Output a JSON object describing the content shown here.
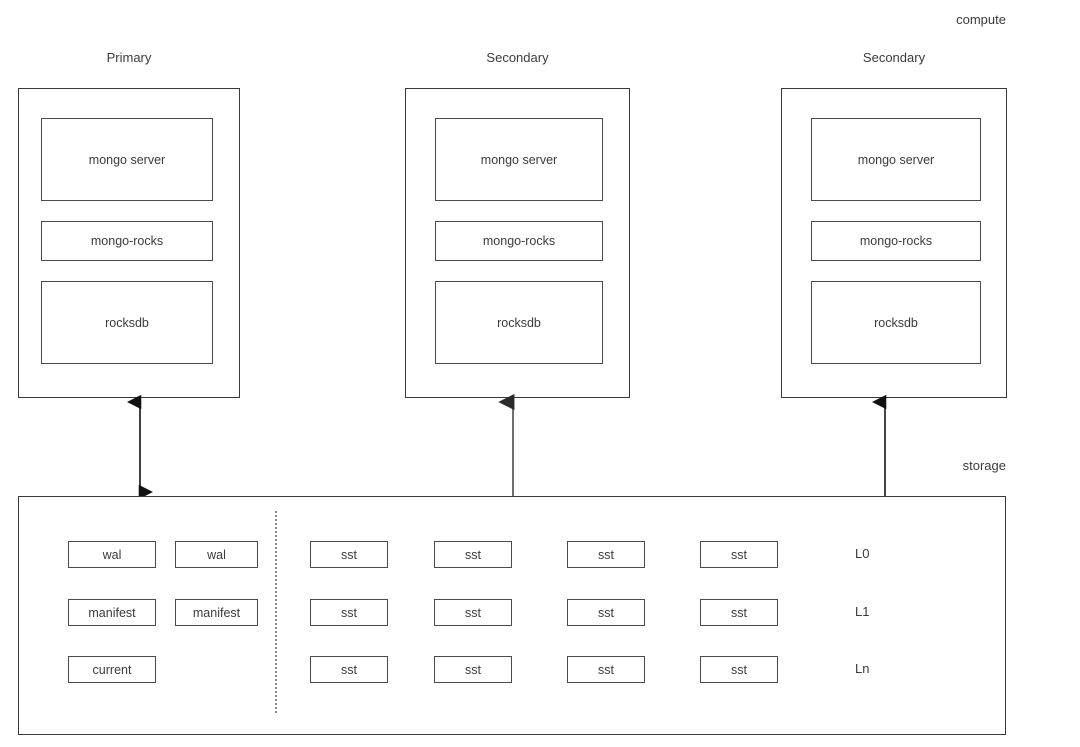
{
  "zones": {
    "compute_label": "compute",
    "storage_label": "storage"
  },
  "compute": {
    "nodes": [
      {
        "title": "Primary",
        "layers": [
          {
            "label": "mongo server"
          },
          {
            "label": "mongo-rocks"
          },
          {
            "label": "rocksdb"
          }
        ],
        "arrow": {
          "direction": "bidirectional"
        }
      },
      {
        "title": "Secondary",
        "layers": [
          {
            "label": "mongo server"
          },
          {
            "label": "mongo-rocks"
          },
          {
            "label": "rocksdb"
          }
        ],
        "arrow": {
          "direction": "up"
        }
      },
      {
        "title": "Secondary",
        "layers": [
          {
            "label": "mongo server"
          },
          {
            "label": "mongo-rocks"
          },
          {
            "label": "rocksdb"
          }
        ],
        "arrow": {
          "direction": "up"
        }
      }
    ]
  },
  "storage": {
    "metadata_files": [
      [
        "wal",
        "wal"
      ],
      [
        "manifest",
        "manifest"
      ],
      [
        "current"
      ]
    ],
    "sst_rows": [
      {
        "level": "L0",
        "files": [
          "sst",
          "sst",
          "sst",
          "sst"
        ]
      },
      {
        "level": "L1",
        "files": [
          "sst",
          "sst",
          "sst",
          "sst"
        ]
      },
      {
        "level": "Ln",
        "files": [
          "sst",
          "sst",
          "sst",
          "sst"
        ]
      }
    ]
  },
  "colors": {
    "stroke": "#3a3a3a",
    "text": "#3b3b3b",
    "background": "#ffffff",
    "divider": "#8a8a8a"
  }
}
